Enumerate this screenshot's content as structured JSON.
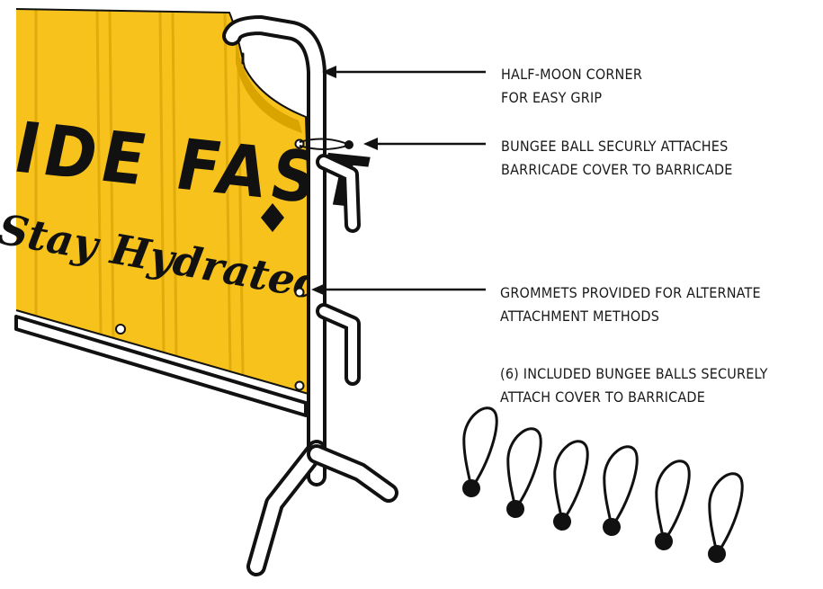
{
  "banner": {
    "headline": "IDE FAST",
    "tagline": "Stay Hydrated"
  },
  "callouts": {
    "corner": [
      "HALF-MOON CORNER",
      "FOR EASY GRIP"
    ],
    "bungee": [
      "BUNGEE BALL SECURLY ATTACHES",
      "BARRICADE COVER TO BARRICADE"
    ],
    "grommets": [
      "GROMMETS PROVIDED FOR ALTERNATE",
      "ATTACHMENT METHODS"
    ],
    "included": [
      "(6) INCLUDED BUNGEE BALLS SECURELY",
      "ATTACH COVER TO BARRICADE"
    ]
  },
  "colors": {
    "cover": "#f6c21b",
    "cover_shadow": "#d9a300",
    "outline": "#111111",
    "ball": "#111111"
  },
  "bungee_ball_count": 6
}
